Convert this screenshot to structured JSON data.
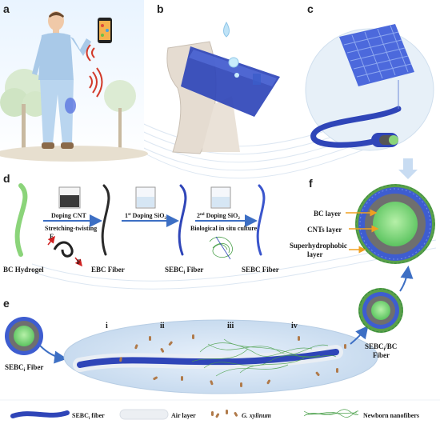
{
  "panels": {
    "a": "a",
    "b": "b",
    "c": "c",
    "d": "d",
    "e": "e",
    "f": "f"
  },
  "panel_d": {
    "stage_labels": [
      "BC Hydrogel",
      "EBC Fiber",
      "SEBC",
      "Fiber",
      "SEBC Fiber"
    ],
    "step1_top": "Doping CNT",
    "step1_bottom": "Stretching-twisting",
    "step2_top": "1",
    "step2_top_sup": "st",
    "step2_top_rest": " Doping SiO",
    "step2_top_sub": "2",
    "step3_top": "2",
    "step3_top_sup": "nd",
    "step3_top_rest": " Doping SiO",
    "step3_top_sub": "2",
    "step3_bottom": "Biological in situ culture",
    "sebc_i": "SEBC",
    "sebc_i_sub": "i",
    "sebc_i_rest": " Fiber",
    "force_label": "F"
  },
  "panel_f": {
    "labels": [
      "BC layer",
      "CNTs layer",
      "Superhydrophobic",
      "layer"
    ]
  },
  "panel_e": {
    "stages": [
      "i",
      "ii",
      "iii",
      "iv"
    ],
    "left_label_main": "SEBC",
    "left_label_sub": "i",
    "left_label_rest": " Fiber",
    "right_label_main": "SEBC",
    "right_label_sub": "i",
    "right_label_rest": "/BC",
    "right_label_line2": "Fiber"
  },
  "legend": {
    "items": [
      "SEBC",
      "i",
      " fiber",
      "Air layer",
      "G. xylinum",
      "Newborn nanofibers"
    ]
  },
  "colors": {
    "fiber_blue": "#2f45b8",
    "bc_green": "#8bd47a",
    "cnt_gray": "#6a6a6a",
    "arrow_blue": "#3d6fc4",
    "pointer_orange": "#f0a020"
  }
}
